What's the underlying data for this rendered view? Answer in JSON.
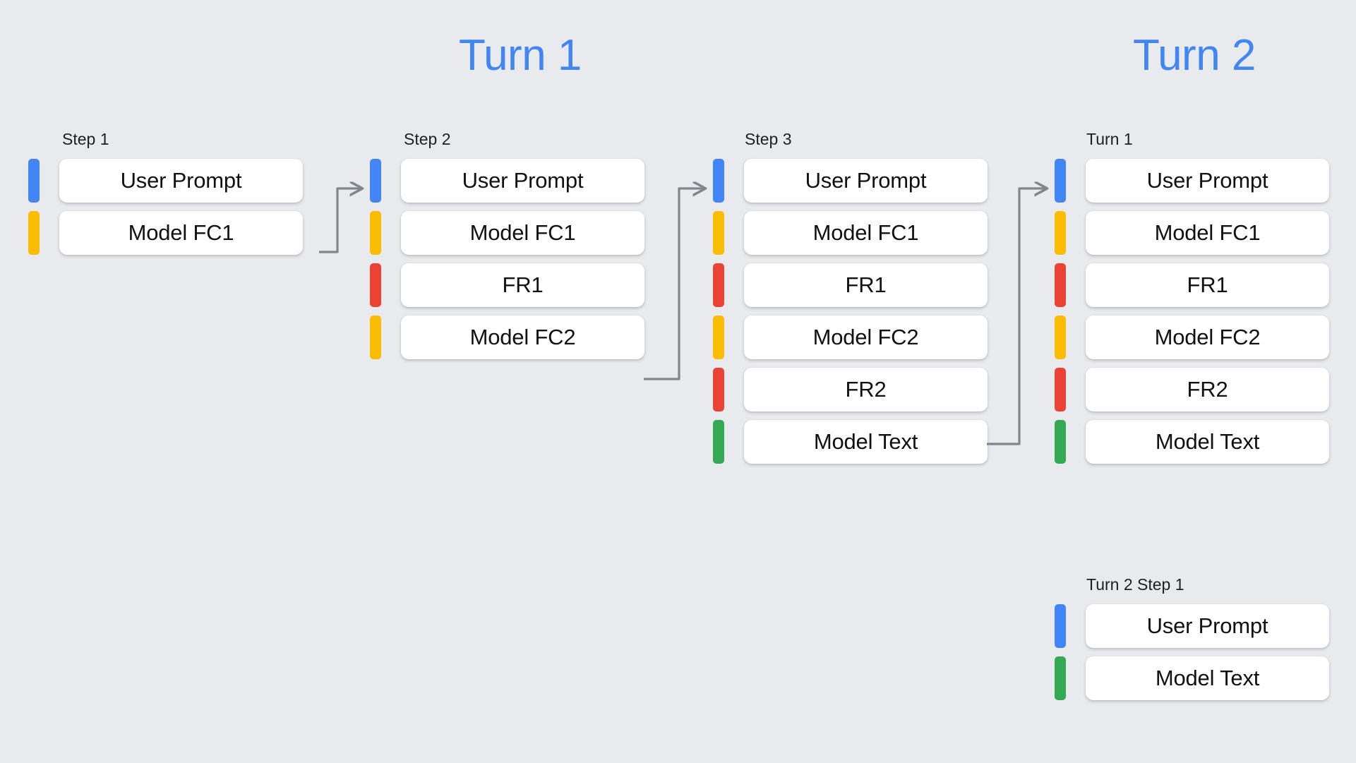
{
  "background_color": "#e8eaed",
  "palette": {
    "blue": "#4285f4",
    "yellow": "#fbbc04",
    "red": "#ea4335",
    "green": "#34a853",
    "card": "#ffffff",
    "text": "#111111",
    "connector": "#80868b"
  },
  "headers": [
    {
      "label": "Turn 1"
    },
    {
      "label": "Turn 2"
    }
  ],
  "columns": [
    {
      "label": "Step 1",
      "rows": [
        {
          "color": "blue",
          "label": "User Prompt"
        },
        {
          "color": "yellow",
          "label": "Model FC1"
        }
      ]
    },
    {
      "label": "Step 2",
      "rows": [
        {
          "color": "blue",
          "label": "User Prompt"
        },
        {
          "color": "yellow",
          "label": "Model FC1"
        },
        {
          "color": "red",
          "label": "FR1"
        },
        {
          "color": "yellow",
          "label": "Model FC2"
        }
      ]
    },
    {
      "label": "Step 3",
      "rows": [
        {
          "color": "blue",
          "label": "User Prompt"
        },
        {
          "color": "yellow",
          "label": "Model FC1"
        },
        {
          "color": "red",
          "label": "FR1"
        },
        {
          "color": "yellow",
          "label": "Model FC2"
        },
        {
          "color": "red",
          "label": "FR2"
        },
        {
          "color": "green",
          "label": "Model Text"
        }
      ]
    },
    {
      "label": "Turn 1",
      "rows": [
        {
          "color": "blue",
          "label": "User Prompt"
        },
        {
          "color": "yellow",
          "label": "Model FC1"
        },
        {
          "color": "red",
          "label": "FR1"
        },
        {
          "color": "yellow",
          "label": "Model FC2"
        },
        {
          "color": "red",
          "label": "FR2"
        },
        {
          "color": "green",
          "label": "Model Text"
        }
      ]
    },
    {
      "label": "Turn 2 Step 1",
      "rows": [
        {
          "color": "blue",
          "label": "User Prompt"
        },
        {
          "color": "green",
          "label": "Model Text"
        }
      ]
    }
  ]
}
